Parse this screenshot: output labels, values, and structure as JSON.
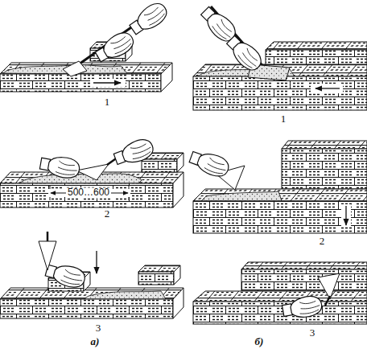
{
  "diagram": {
    "labels": [
      "1",
      "500…600",
      "2",
      "3",
      "а)",
      "1",
      "2",
      "3",
      "б)"
    ]
  }
}
